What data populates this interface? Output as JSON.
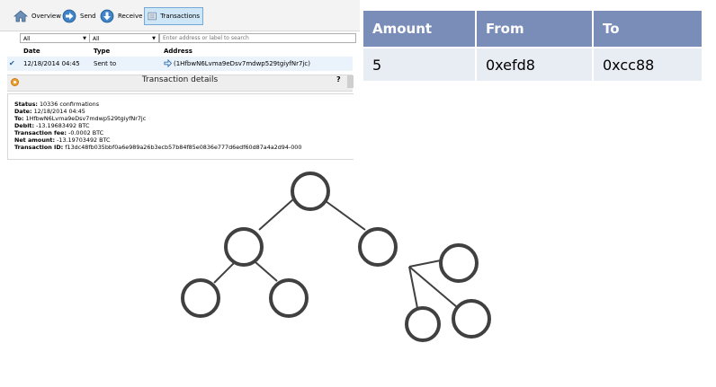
{
  "wallet": {
    "toolbar": {
      "overview_label": "Overview",
      "send_label": "Send",
      "receive_label": "Receive",
      "transactions_label": "Transactions"
    },
    "filters": {
      "date_filter": "All",
      "type_filter": "All",
      "search_placeholder": "Enter address or label to search"
    },
    "columns": {
      "date": "Date",
      "type": "Type",
      "address": "Address"
    },
    "row": {
      "date": "12/18/2014 04:45",
      "type": "Sent to",
      "address": "(1HfbwN6Lvma9eDsv7mdwp529tgiyfNr7jc)"
    },
    "details_title": "Transaction details",
    "help": "?",
    "details": [
      {
        "label": "Status:",
        "value": " 10336 confirmations"
      },
      {
        "label": "Date:",
        "value": " 12/18/2014 04:45"
      },
      {
        "label": "To:",
        "value": " 1HfbwN6Lvma9eDsv7mdwp529tgiyfNr7jc"
      },
      {
        "label": "Debit:",
        "value": " -13.19683492 BTC"
      },
      {
        "label": "Transaction fee:",
        "value": " -0.0002 BTC"
      },
      {
        "label": "Net amount:",
        "value": " -13.19703492 BTC"
      },
      {
        "label": "Transaction ID:",
        "value": " f13dc48fb035bbf0a6e989a26b3ecb57b84f85e0836e777d6edf60d87a4a2d94-000"
      }
    ]
  },
  "table": {
    "headers": [
      "Amount",
      "From",
      "To"
    ],
    "rows": [
      [
        "5",
        "0xefd8",
        "0xcc88"
      ]
    ]
  },
  "colors": {
    "table_header": "#7a8db8",
    "table_cell": "#e8ecf3",
    "selected_row": "#eaf2fb",
    "tree_stroke": "#404040"
  }
}
